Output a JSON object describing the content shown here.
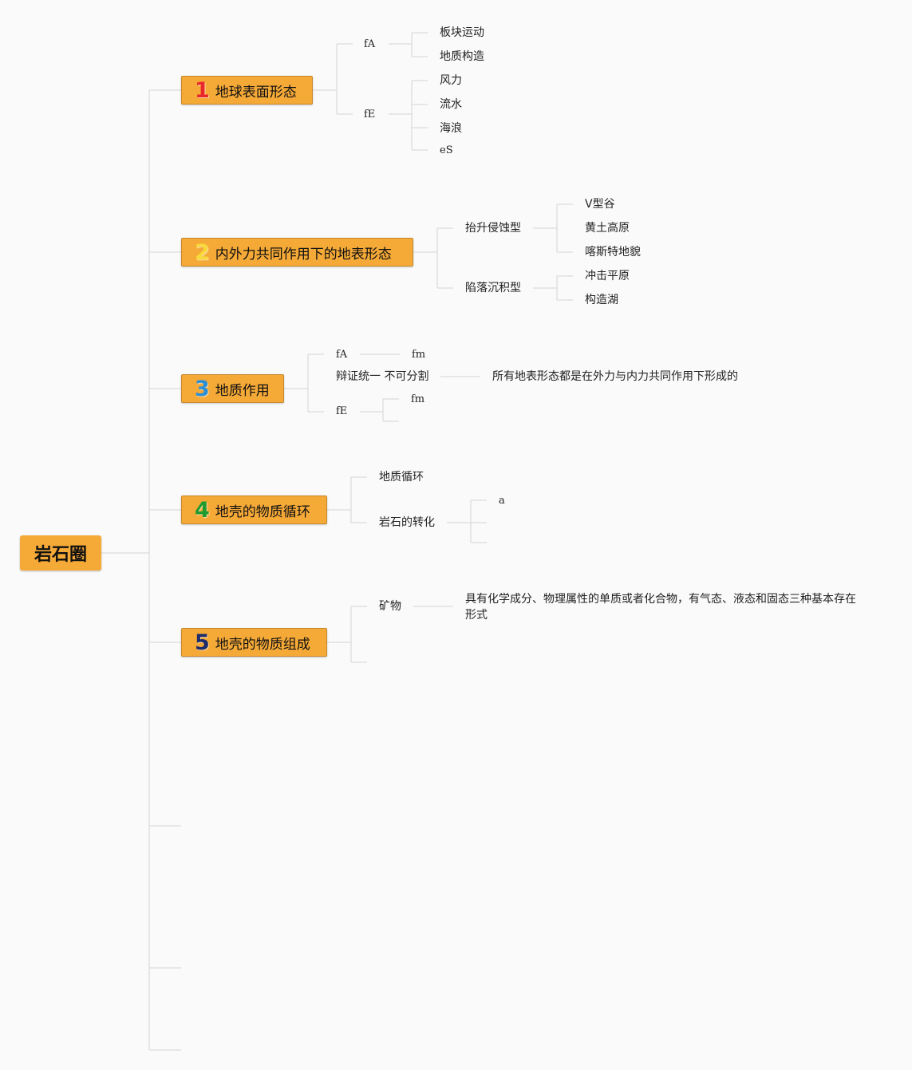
{
  "root": {
    "label": "岩石圈"
  },
  "topics": [
    {
      "number": "1",
      "number_color": "#e8262b",
      "label": "地球表面形态",
      "children": [
        {
          "label": "fA",
          "children": [
            "板块运动",
            "地质构造"
          ]
        },
        {
          "label": "fE",
          "children": [
            "风力",
            "流水",
            "海浪",
            "eS"
          ]
        }
      ]
    },
    {
      "number": "2",
      "number_color": "#f7d93a",
      "label": "内外力共同作用下的地表形态",
      "children": [
        {
          "label": "抬升侵蚀型",
          "children": [
            "V型谷",
            "黄土高原",
            "喀斯特地貌"
          ]
        },
        {
          "label": "陷落沉积型",
          "children": [
            "冲击平原",
            "构造湖"
          ]
        }
      ]
    },
    {
      "number": "3",
      "number_color": "#2b8fd6",
      "label": "地质作用",
      "children": [
        {
          "label": "fA",
          "children": [
            "fm"
          ]
        },
        {
          "label": "辩证统一 不可分割",
          "children": [
            "所有地表形态都是在外力与内力共同作用下形成的"
          ]
        },
        {
          "label": "fE",
          "children": [
            "fm"
          ]
        }
      ]
    },
    {
      "number": "4",
      "number_color": "#1f9a2e",
      "label": "地壳的物质循环",
      "children": [
        {
          "label": "地质循环",
          "children": []
        },
        {
          "label": "岩石的转化",
          "children": [
            "a"
          ]
        }
      ]
    },
    {
      "number": "5",
      "number_color": "#1d2c6b",
      "label": "地壳的物质组成",
      "children": [
        {
          "label": "矿物",
          "children": [
            "具有化学成分、物理属性的单质或者化合物，有气态、液态和固态三种基本存在形式"
          ]
        }
      ]
    }
  ]
}
